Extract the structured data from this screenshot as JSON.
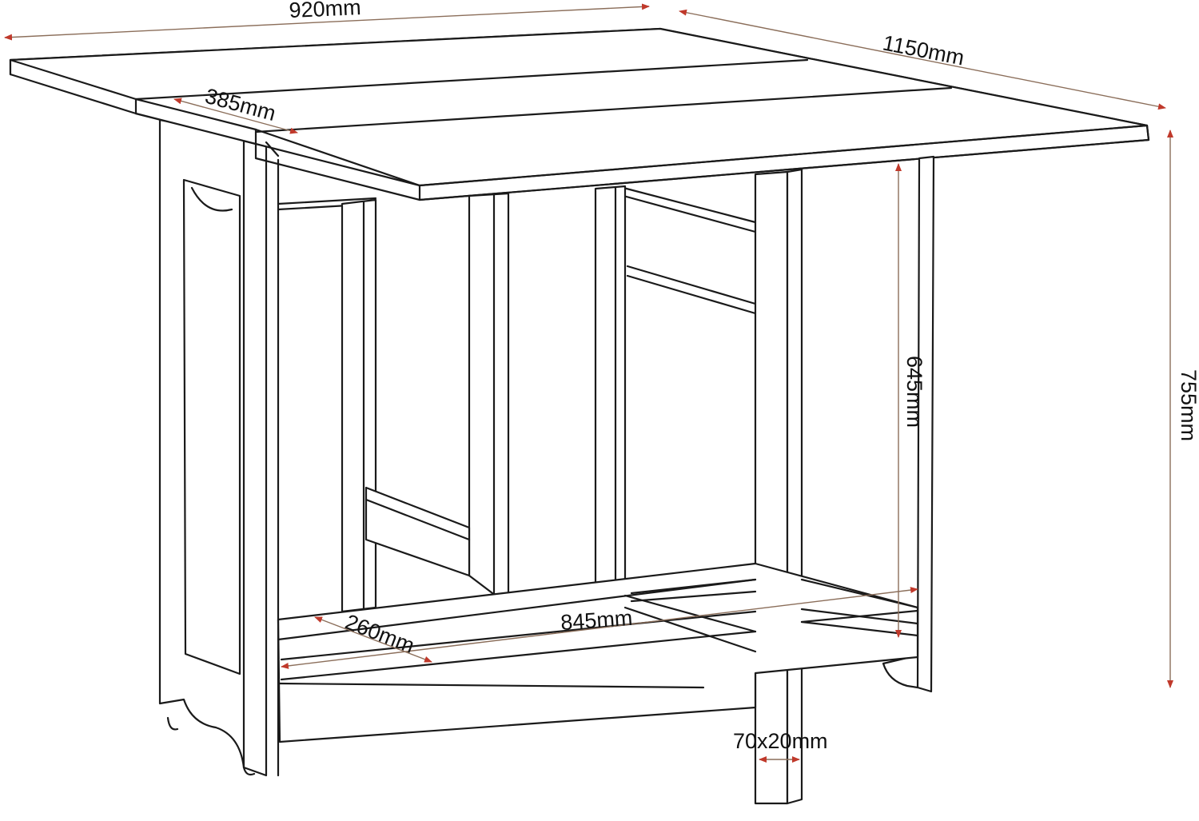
{
  "colors": {
    "outline": "#1a1a1a",
    "dimension": "#c0392b",
    "dimension_line": "#8b6e5a",
    "background": "#ffffff"
  },
  "icons": [
    "arrow-head-icon"
  ],
  "dimensions": {
    "total_width": "920mm",
    "total_length": "1150mm",
    "leaf_width": "385mm",
    "height_total": "755mm",
    "height_under_top": "645mm",
    "shelf_length": "845mm",
    "shelf_depth": "260mm",
    "leg_section": "70x20mm"
  }
}
